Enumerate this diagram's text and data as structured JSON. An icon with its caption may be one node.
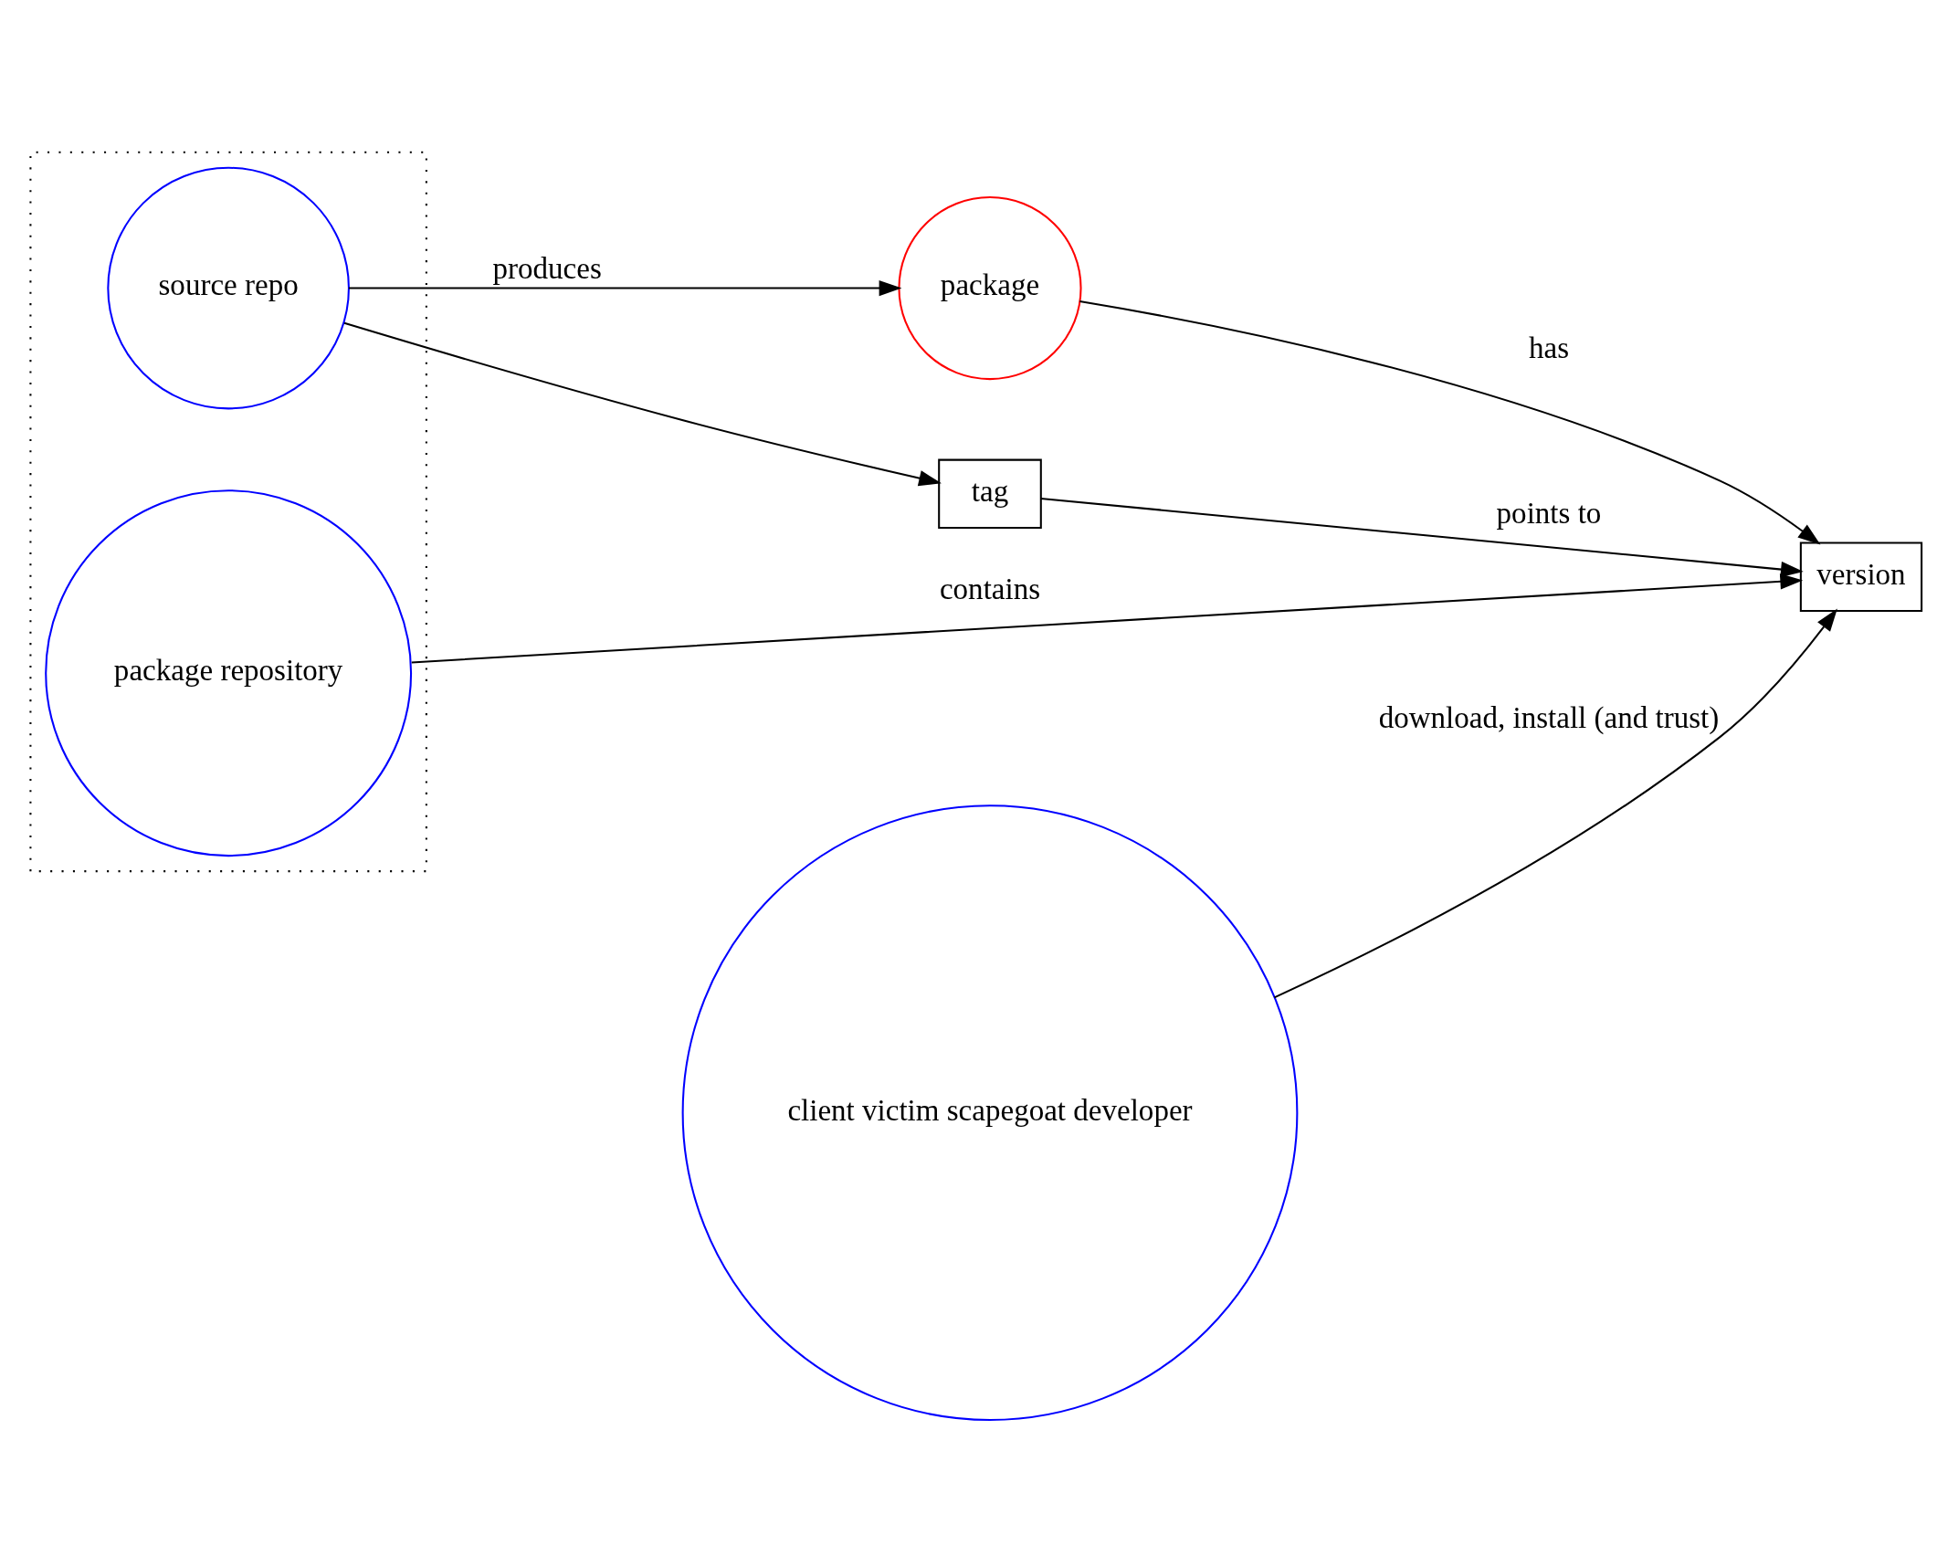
{
  "diagram": {
    "nodes": [
      {
        "text": [],
        "shape": "box"
      },
      {
        "text": [
          "client victim scapegoat developer"
        ]
      },
      {
        "text": [
          "source repo"
        ],
        "in": 0
      },
      {
        "text": [
          "package"
        ]
      },
      {
        "text": [
          "tag"
        ]
      },
      {
        "text": [
          "package repository"
        ],
        "in": 0
      },
      {
        "text": [
          "version"
        ]
      }
    ],
    "edges": [
      {
        "from": 1,
        "to": 6,
        "arrow": "to",
        "label": "download, install (and trust)"
      },
      {
        "from": 2,
        "to": 3,
        "arrow": "to",
        "label": "produces"
      },
      {
        "from": 3,
        "to": 6,
        "arrow": "to",
        "label": "has"
      },
      {
        "from": 2,
        "to": 4,
        "arrow": "to"
      },
      {
        "from": 4,
        "to": 6,
        "arrow": "to",
        "label": "points to"
      },
      {
        "from": 5,
        "to": 6,
        "arrow": "to",
        "label": "contains"
      }
    ]
  }
}
